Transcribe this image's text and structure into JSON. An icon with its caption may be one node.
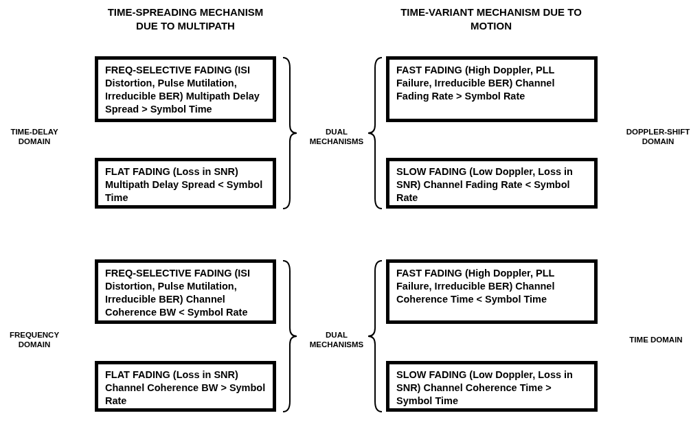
{
  "diagram": {
    "nodes": [
      {
        "text": [
          "FREQ-SELECTIVE FADING (ISI Distortion, Pulse Mutilation, Irreducible BER) Multipath Delay Spread > Symbol Time"
        ]
      },
      {
        "text": [
          "FLAT FADING (Loss in SNR) Multipath Delay Spread < Symbol Time"
        ]
      },
      {
        "text": [
          "FAST FADING (High Doppler, PLL Failure, Irreducible BER) Channel Fading Rate > Symbol Rate"
        ]
      },
      {
        "text": [
          "SLOW FADING (Low Doppler, Loss in SNR) Channel Fading Rate < Symbol Rate"
        ]
      },
      {
        "text": [
          "FREQ-SELECTIVE FADING (ISI Distortion, Pulse Mutilation, Irreducible BER) Channel Coherence BW < Symbol Rate"
        ]
      },
      {
        "text": [
          "FLAT FADING (Loss in SNR) Channel Coherence BW > Symbol Rate"
        ]
      },
      {
        "text": [
          "FAST FADING (High Doppler, PLL Failure, Irreducible BER) Channel Coherence Time < Symbol Time"
        ]
      },
      {
        "text": [
          "SLOW FADING (Low Doppler, Loss in SNR) Channel Coherence Time > Symbol Time"
        ]
      }
    ],
    "edges": [],
    "labels": [
      "TIME-SPREADING MECHANISM DUE TO MULTIPATH",
      "TIME-VARIANT MECHANISM DUE TO MOTION",
      "TIME-DELAY DOMAIN",
      "DUAL MECHANISMS",
      "DOPPLER-SHIFT DOMAIN",
      "FREQUENCY DOMAIN",
      "DUAL MECHANISMS",
      "TIME DOMAIN"
    ]
  }
}
